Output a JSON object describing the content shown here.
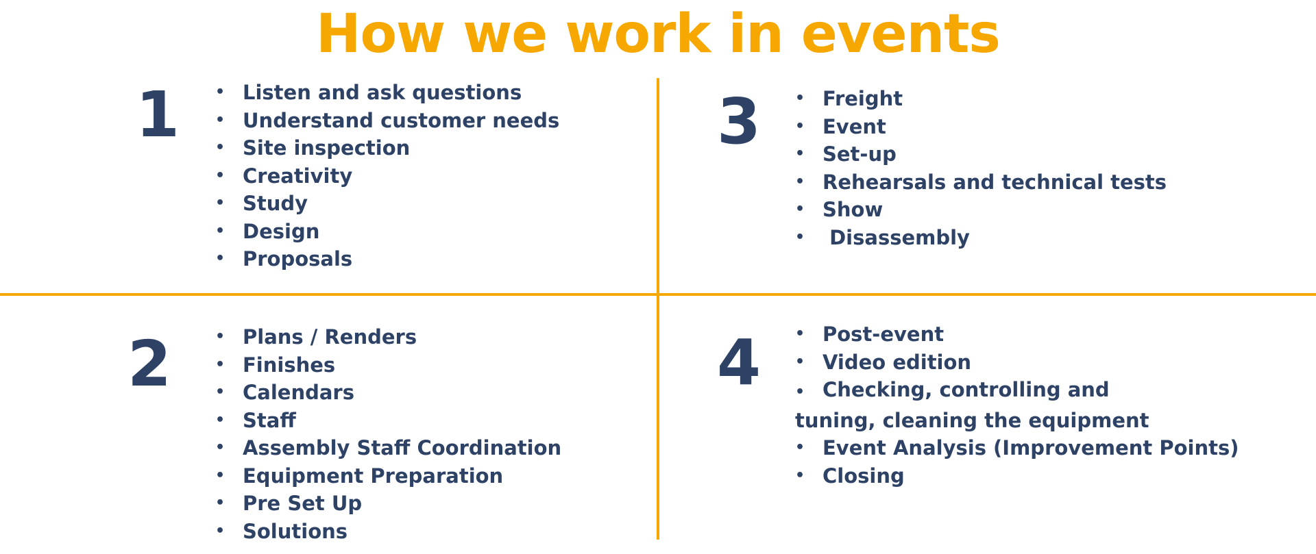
{
  "title": "How we work in events",
  "quadrants": [
    {
      "number": "1",
      "items": [
        "Listen and ask questions",
        "Understand customer needs",
        "Site inspection",
        "Creativity",
        "Study",
        "Design",
        "Proposals"
      ]
    },
    {
      "number": "2",
      "items": [
        "Plans / Renders",
        "Finishes",
        "Calendars",
        "Staff",
        "Assembly Staff Coordination",
        "Equipment Preparation",
        "Pre Set Up",
        "Solutions"
      ]
    },
    {
      "number": "3",
      "items": [
        "Freight",
        "Event",
        "Set-up",
        "Rehearsals and technical tests",
        "Show",
        " Disassembly"
      ]
    },
    {
      "number": "4",
      "items": [
        "Post-event",
        "Video edition",
        "Checking, controlling and tuning, cleaning the equipment",
        "Event Analysis (Improvement Points)",
        "Closing"
      ]
    }
  ],
  "colors": {
    "accent": "#F6A800",
    "text": "#2E4266",
    "background": "#FFFFFF"
  }
}
